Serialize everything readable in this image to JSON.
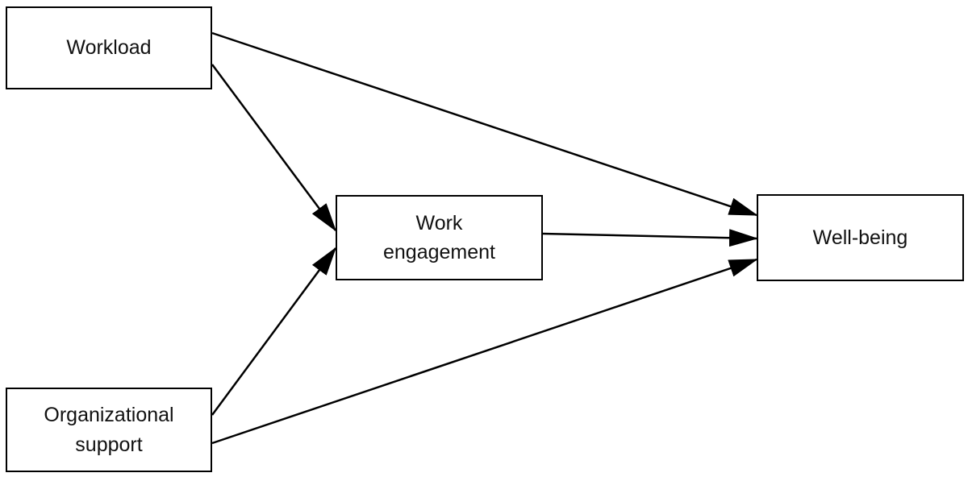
{
  "diagram": {
    "nodes": {
      "workload": {
        "label": "Workload"
      },
      "engagement": {
        "label_line1": "Work",
        "label_line2": "engagement"
      },
      "wellbeing": {
        "label": "Well-being"
      },
      "support": {
        "label_line1": "Organizational",
        "label_line2": "support"
      }
    },
    "edges": [
      {
        "from": "Workload",
        "to": "Work engagement"
      },
      {
        "from": "Workload",
        "to": "Well-being"
      },
      {
        "from": "Work engagement",
        "to": "Well-being"
      },
      {
        "from": "Organizational support",
        "to": "Work engagement"
      },
      {
        "from": "Organizational support",
        "to": "Well-being"
      }
    ],
    "colors": {
      "stroke": "#000000",
      "text": "#111111",
      "background": "#ffffff"
    }
  }
}
